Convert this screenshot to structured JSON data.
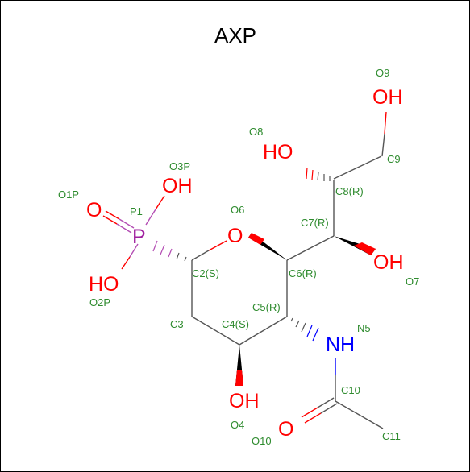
{
  "title": "AXP",
  "colors": {
    "oxygen": "#ff0000",
    "nitrogen": "#0000ff",
    "phosphorus": "#a020a0",
    "label": "#2e8b2e",
    "bond": "#555555"
  },
  "atoms": {
    "O9": "OH",
    "O8": "HO",
    "O3P": "OH",
    "O1P": "O",
    "P1": "P",
    "O6": "O",
    "O7": "OH",
    "O2P": "HO",
    "N5": "NH",
    "O4": "OH",
    "O10": "O"
  },
  "labels": {
    "O9": "O9",
    "O8": "O8",
    "C9": "C9",
    "O3P": "O3P",
    "O1P": "O1P",
    "C8": "C8(R)",
    "P1": "P1",
    "O6": "O6",
    "C7": "C7(R)",
    "C2": "C2(S)",
    "C6": "C6(R)",
    "O7": "O7",
    "O2P": "O2P",
    "C5": "C5(R)",
    "C3": "C3",
    "C4": "C4(S)",
    "N5": "N5",
    "C10": "C10",
    "O4": "O4",
    "O10": "O10",
    "C11": "C11"
  }
}
